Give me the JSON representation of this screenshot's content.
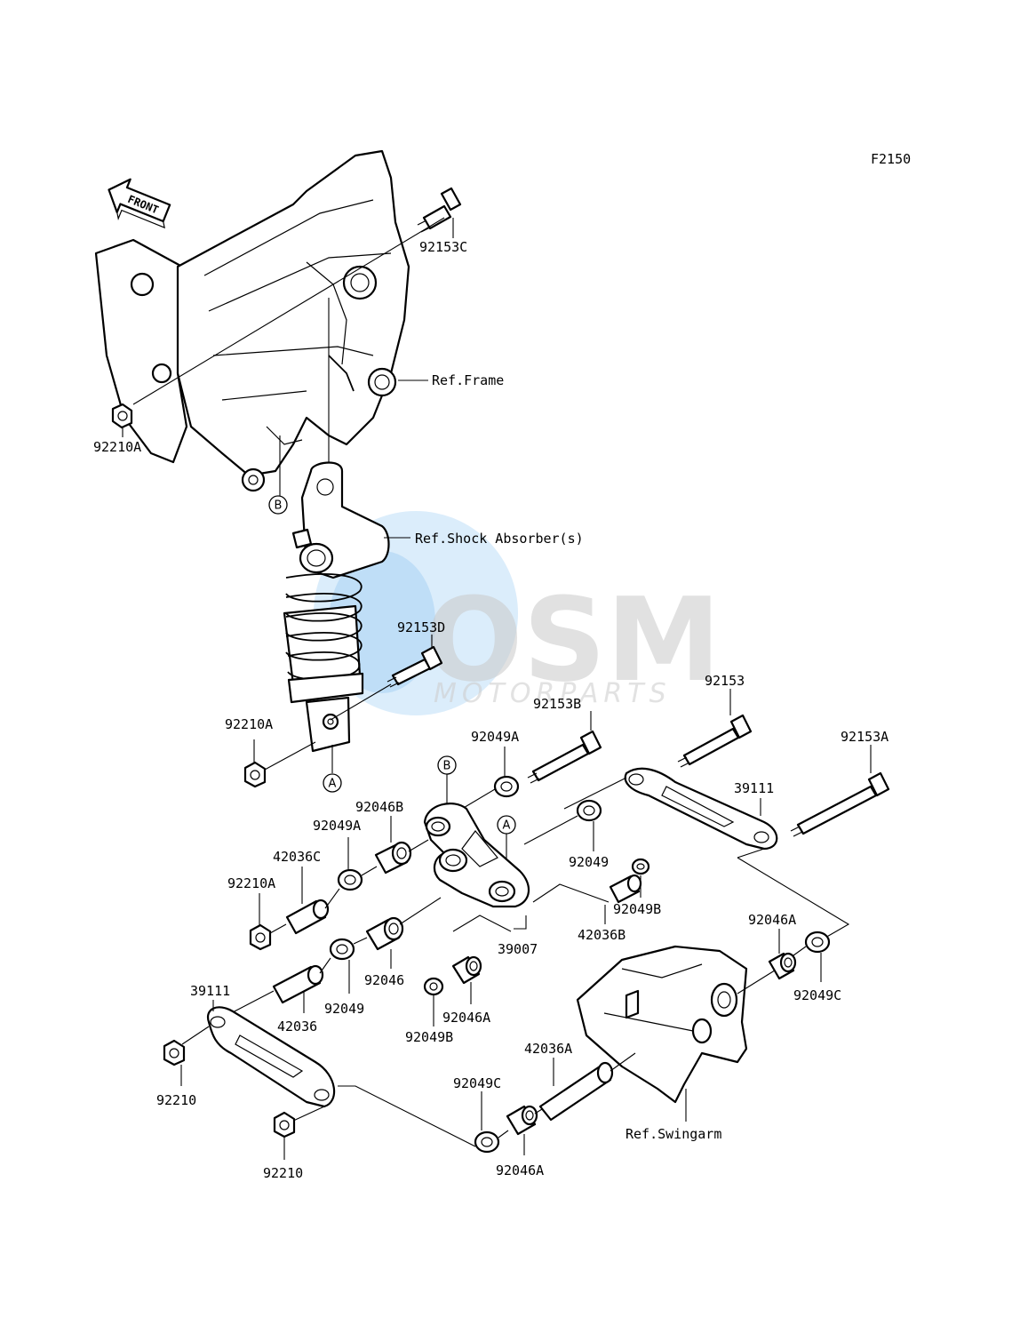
{
  "diagram_code": "F2150",
  "direction_label": "FRONT",
  "watermark": {
    "logo_text": "OSM",
    "sub_text": "MOTORPARTS"
  },
  "reference_labels": {
    "frame": "Ref.Frame",
    "shock": "Ref.Shock Absorber(s)",
    "swingarm": "Ref.Swingarm"
  },
  "connection_markers": {
    "a": "A",
    "b": "B"
  },
  "parts": {
    "p92153C": "92153C",
    "p92210A_top": "92210A",
    "p92153D": "92153D",
    "p92210A_mid": "92210A",
    "p92153B": "92153B",
    "p92153": "92153",
    "p92049A_top": "92049A",
    "p92153A": "92153A",
    "p39111_right": "39111",
    "p92046B": "92046B",
    "p92049A_left": "92049A",
    "p42036C": "42036C",
    "p92210A_low": "92210A",
    "p92049_right": "92049",
    "p92049B_right": "92049B",
    "p42036B": "42036B",
    "p39007": "39007",
    "p92046A_right": "92046A",
    "p92049C_right": "92049C",
    "p39111_left": "39111",
    "p92046": "92046",
    "p92049_left": "92049",
    "p42036": "42036",
    "p92046A_mid": "92046A",
    "p92049B_mid": "92049B",
    "p92210_a": "92210",
    "p92210_b": "92210",
    "p42036A": "42036A",
    "p92049C_low": "92049C",
    "p92046A_low": "92046A"
  },
  "colors": {
    "line": "#000000",
    "background": "#ffffff",
    "watermark_blue": "#5aa7e8",
    "watermark_grey": "#c9c9c9"
  }
}
